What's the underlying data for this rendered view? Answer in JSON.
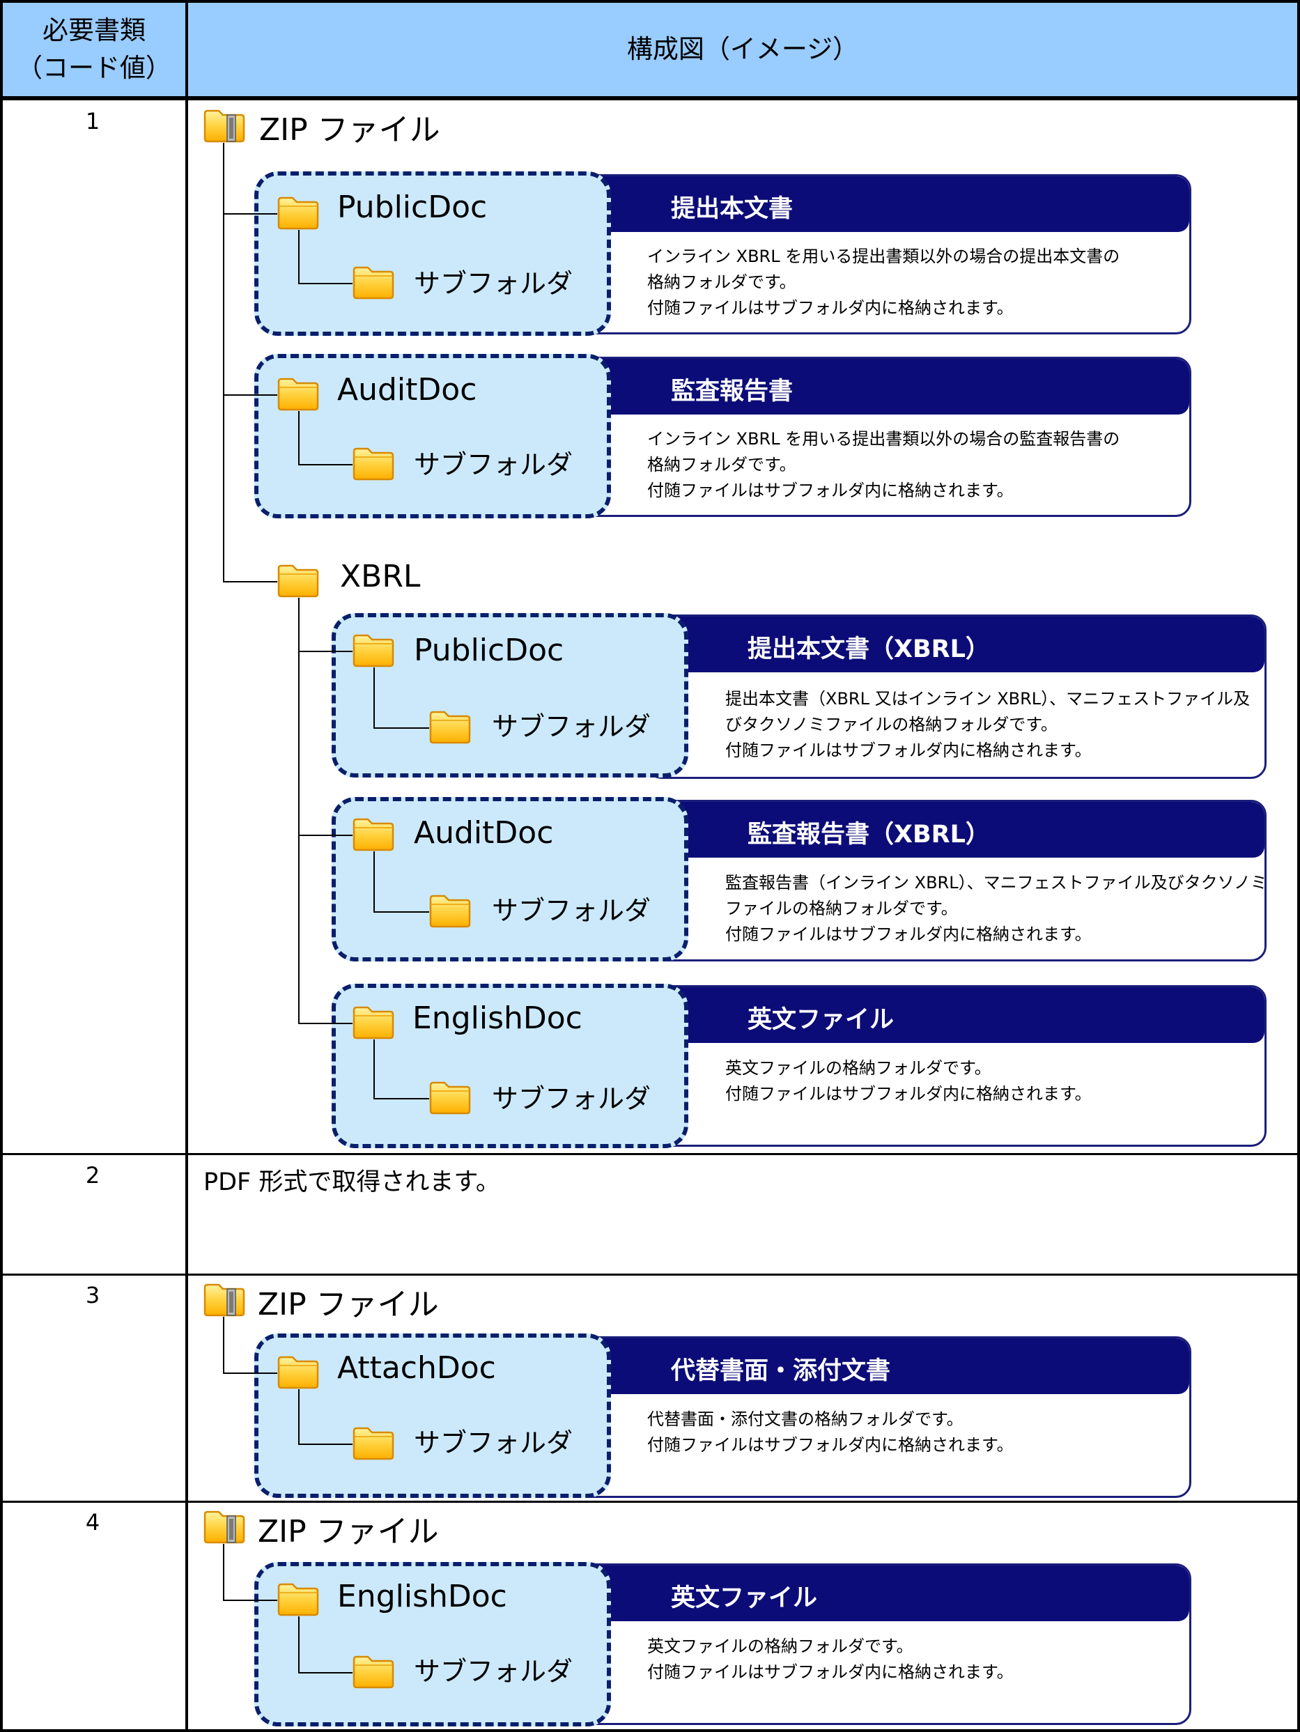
{
  "header": {
    "col1_line1": "必要書類",
    "col1_line2": "（コード値）",
    "col2": "構成図（イメージ）"
  },
  "rows": [
    {
      "code": "1",
      "zip_label": "ZIP ファイル",
      "publicdoc": {
        "folder": "PublicDoc",
        "sub": "サブフォルダ",
        "title": "提出本文書",
        "desc1": "インライン XBRL を用いる提出書類以外の場合の提出本文書の",
        "desc2": "格納フォルダです。",
        "desc3": "付随ファイルはサブフォルダ内に格納されます。"
      },
      "auditdoc": {
        "folder": "AuditDoc",
        "sub": "サブフォルダ",
        "title": "監査報告書",
        "desc1": "インライン XBRL を用いる提出書類以外の場合の監査報告書の",
        "desc2": "格納フォルダです。",
        "desc3": "付随ファイルはサブフォルダ内に格納されます。"
      },
      "xbrl_label": "XBRL",
      "xbrl_public": {
        "folder": "PublicDoc",
        "sub": "サブフォルダ",
        "title": "提出本文書（XBRL）",
        "desc1": "提出本文書（XBRL 又はインライン XBRL）、マニフェストファイル及",
        "desc2": "びタクソノミファイルの格納フォルダです。",
        "desc3": "付随ファイルはサブフォルダ内に格納されます。"
      },
      "xbrl_audit": {
        "folder": "AuditDoc",
        "sub": "サブフォルダ",
        "title": "監査報告書（XBRL）",
        "desc1": "監査報告書（インライン XBRL）、マニフェストファイル及びタクソノミ",
        "desc2": "ファイルの格納フォルダです。",
        "desc3": "付随ファイルはサブフォルダ内に格納されます。"
      },
      "xbrl_english": {
        "folder": "EnglishDoc",
        "sub": "サブフォルダ",
        "title": "英文ファイル",
        "desc1": "英文ファイルの格納フォルダです。",
        "desc2": "付随ファイルはサブフォルダ内に格納されます。"
      }
    },
    {
      "code": "2",
      "text": "PDF 形式で取得されます。"
    },
    {
      "code": "3",
      "zip_label": "ZIP ファイル",
      "attachdoc": {
        "folder": "AttachDoc",
        "sub": "サブフォルダ",
        "title": "代替書面・添付文書",
        "desc1": "代替書面・添付文書の格納フォルダです。",
        "desc2": "付随ファイルはサブフォルダ内に格納されます。"
      }
    },
    {
      "code": "4",
      "zip_label": "ZIP ファイル",
      "englishdoc": {
        "folder": "EnglishDoc",
        "sub": "サブフォルダ",
        "title": "英文ファイル",
        "desc1": "英文ファイルの格納フォルダです。",
        "desc2": "付随ファイルはサブフォルダ内に格納されます。"
      }
    }
  ],
  "colors": {
    "header_bg": "#99ccff",
    "card_header": "#0c0c78",
    "dashed_border": "#0a1f6b",
    "dashed_fill": "#cce9fb",
    "folder_fill": "#ffcc33"
  }
}
